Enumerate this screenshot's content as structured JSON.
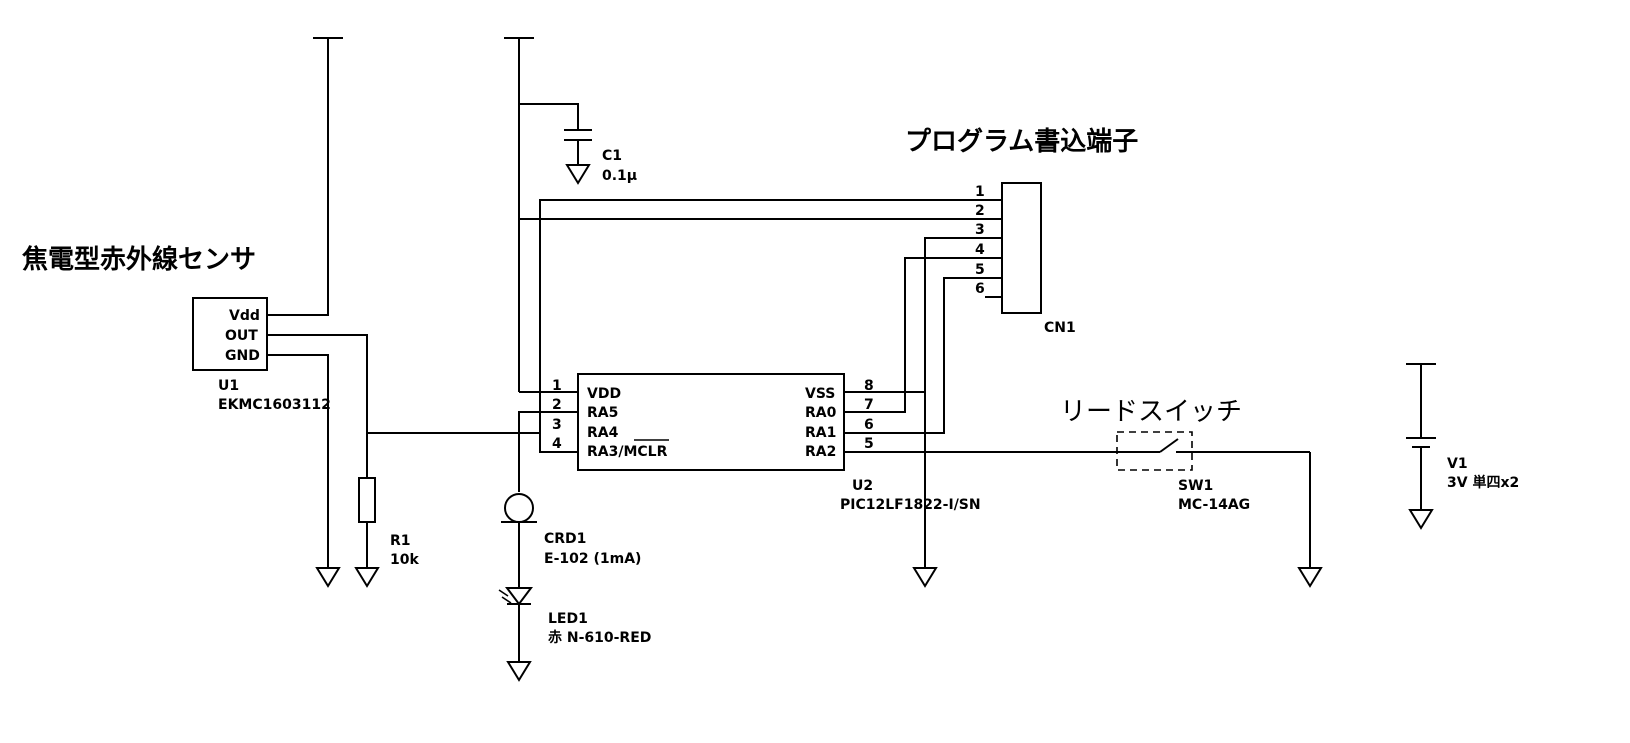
{
  "titles": {
    "sensor": "焦電型赤外線センサ",
    "programmer": "プログラム書込端子",
    "reed": "リードスイッチ"
  },
  "u1": {
    "ref": "U1",
    "part": "EKMC1603112",
    "pins": [
      "Vdd",
      "OUT",
      "GND"
    ]
  },
  "c1": {
    "ref": "C1",
    "value": "0.1µ"
  },
  "r1": {
    "ref": "R1",
    "value": "10k"
  },
  "crd1": {
    "ref": "CRD1",
    "value": "E-102 (1mA)"
  },
  "led1": {
    "ref": "LED1",
    "value": "赤  N-610-RED"
  },
  "u2": {
    "ref": "U2",
    "part": "PIC12LF1822-I/SN",
    "left_pins": [
      {
        "num": "1",
        "name": "VDD"
      },
      {
        "num": "2",
        "name": "RA5"
      },
      {
        "num": "3",
        "name": "RA4"
      },
      {
        "num": "4",
        "name": "RA3/MCLR"
      }
    ],
    "right_pins": [
      {
        "num": "8",
        "name": "VSS"
      },
      {
        "num": "7",
        "name": "RA0"
      },
      {
        "num": "6",
        "name": "RA1"
      },
      {
        "num": "5",
        "name": "RA2"
      }
    ]
  },
  "cn1": {
    "ref": "CN1",
    "pins": [
      "1",
      "2",
      "3",
      "4",
      "5",
      "6"
    ]
  },
  "sw1": {
    "ref": "SW1",
    "part": "MC-14AG"
  },
  "v1": {
    "ref": "V1",
    "value": "3V 単四x2"
  }
}
